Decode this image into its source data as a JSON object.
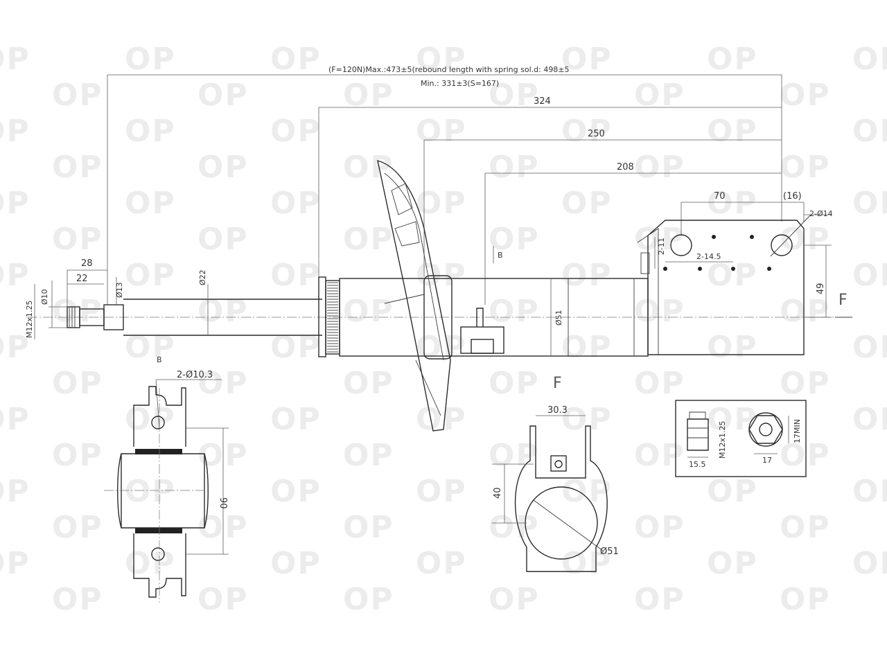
{
  "watermark": "OP",
  "dimensions": {
    "top_note_1": "(F=120N)Max.:473±5(rebound length with spring sol.d: 498±5",
    "top_note_2": "Min.: 331±3(S=167)",
    "d324": "324",
    "d250": "250",
    "d208": "208",
    "d70": "70",
    "d16": "(16)",
    "holes": "2-Ø14",
    "sp11": "2-11",
    "sp145": "2-14.5",
    "d49": "49",
    "d28": "28",
    "d22": "22",
    "d13": "Ø13",
    "d10": "Ø10",
    "thread": "M12x1.25",
    "rod": "Ø22",
    "tube": "Ø51",
    "mark_b": "B"
  },
  "view_f": {
    "label_f_side": "F",
    "label_f": "F",
    "d303": "30.3",
    "d40": "40",
    "dia": "Ø51"
  },
  "view_b": {
    "label_b": "B",
    "holes": "2-Ø10.3",
    "d90": "90"
  },
  "nut": {
    "d155": "15.5",
    "thread": "M12x1.25",
    "d17": "17",
    "min": "17MIN"
  }
}
